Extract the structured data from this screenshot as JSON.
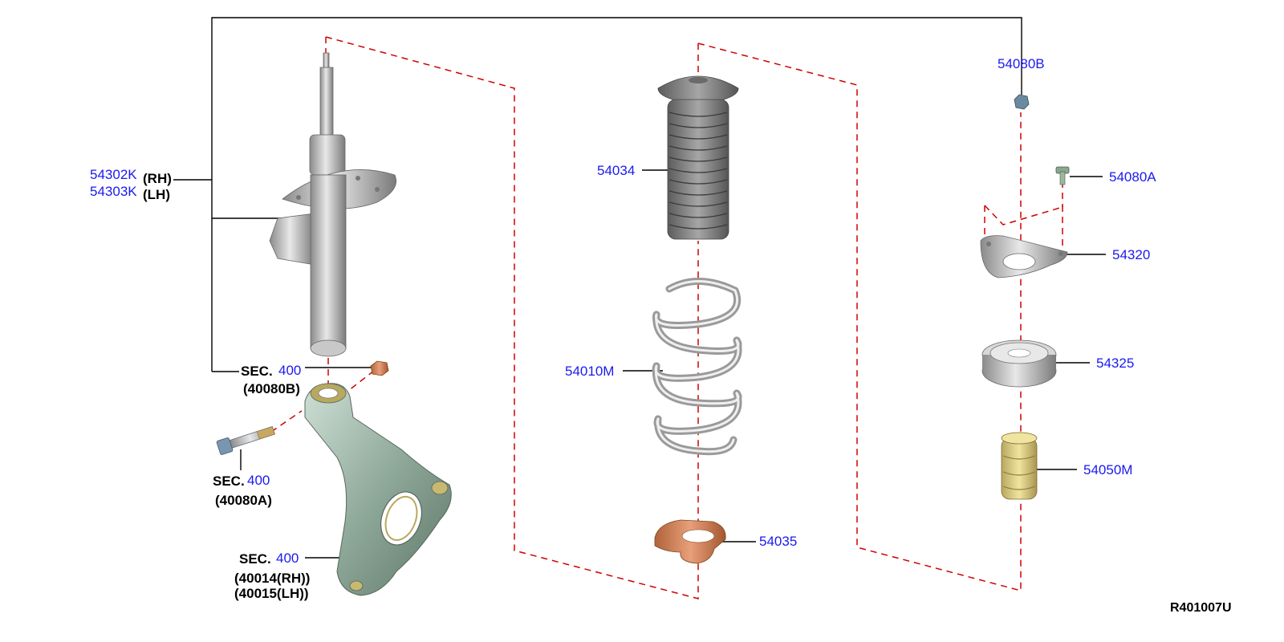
{
  "colors": {
    "leader": "#000000",
    "dashed": "#d00000",
    "part_number": "#1a1af0",
    "text": "#000000"
  },
  "labels": {
    "strut_rh_num": "54302K",
    "strut_rh_side": "(RH)",
    "strut_lh_num": "54303K",
    "strut_lh_side": "(LH)",
    "sec_1_prefix": "SEC.",
    "sec_1_num": "400",
    "sec_1_ref": "(40080B)",
    "sec_2_prefix": "SEC.",
    "sec_2_num": "400",
    "sec_2_ref": "(40080A)",
    "sec_3_prefix": "SEC.",
    "sec_3_num": "400",
    "sec_3_ref_rh": "(40014(RH))",
    "sec_3_ref_lh": "(40015(LH))",
    "boot": "54034",
    "spring": "54010M",
    "seat": "54035",
    "nut_top": "54080B",
    "bolt": "54080A",
    "mount": "54320",
    "bearing": "54325",
    "bumper": "54050M",
    "diagram_id": "R401007U"
  }
}
